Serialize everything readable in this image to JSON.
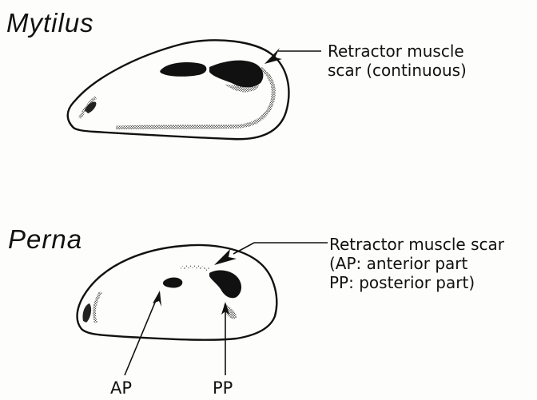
{
  "species": [
    {
      "name": "Mytilus",
      "annotation": [
        "Retractor muscle",
        "scar (continuous)"
      ]
    },
    {
      "name": "Perna",
      "annotation": [
        "Retractor muscle scar",
        "(AP: anterior part",
        "PP: posterior part)"
      ],
      "part_labels": [
        "AP",
        "PP"
      ]
    }
  ]
}
